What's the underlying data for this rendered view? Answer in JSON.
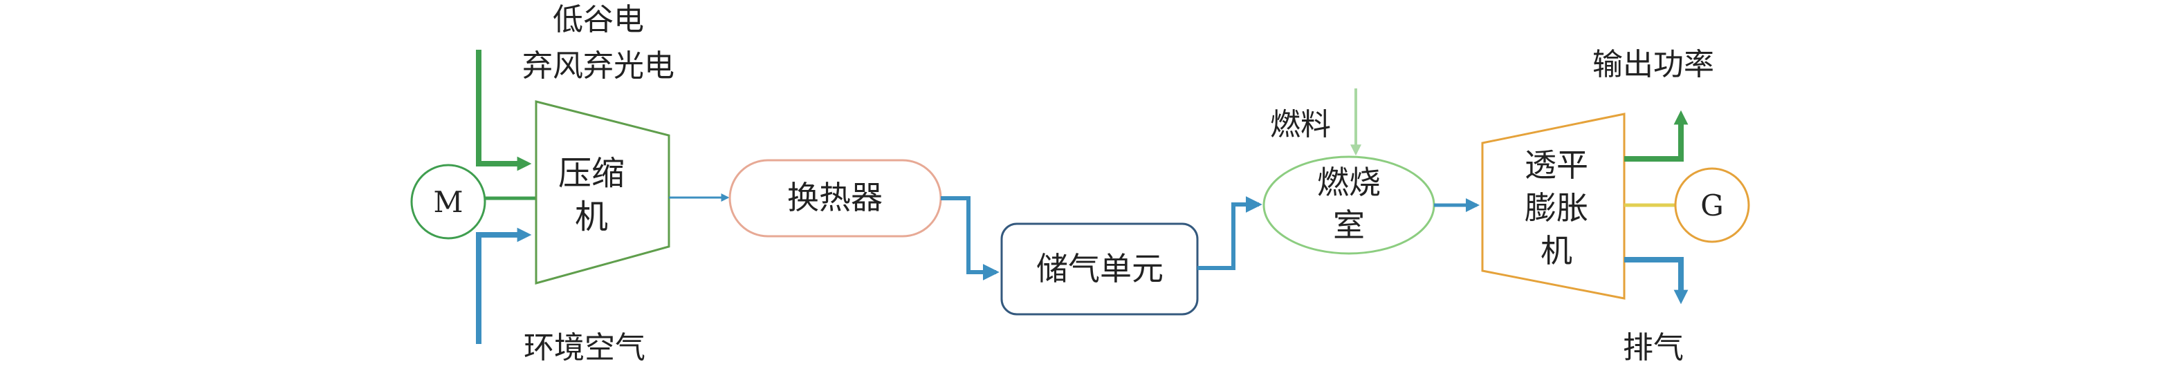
{
  "labels": {
    "low_valley_power": "低谷电",
    "curtailed_power": "弃风弃光电",
    "ambient_air": "环境空气",
    "fuel": "燃料",
    "output_power": "输出功率",
    "exhaust": "排气"
  },
  "nodes": {
    "motor": "M",
    "compressor_line1": "压缩",
    "compressor_line2": "机",
    "heat_exchanger": "换热器",
    "storage": "储气单元",
    "combustor_line1": "燃烧",
    "combustor_line2": "室",
    "turbine_line1": "透平",
    "turbine_line2": "膨胀",
    "turbine_line3": "机",
    "generator": "G"
  },
  "colors": {
    "green_dark": "#3f9e4f",
    "green_light": "#a9d8a3",
    "blue": "#3c8fc0",
    "salmon": "#e7a995",
    "navy": "#34597e",
    "orange": "#e5a23a",
    "yellow": "#e2cf52",
    "compressor_border": "#5f9e4c",
    "combustor_border": "#8ccd80"
  }
}
